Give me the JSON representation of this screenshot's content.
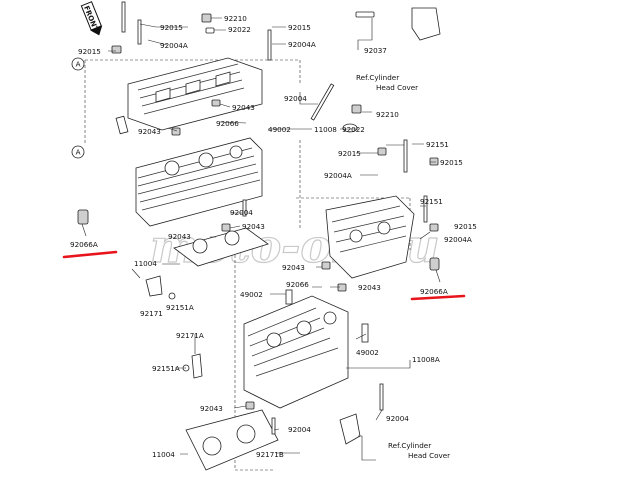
{
  "front_label": "FRONT",
  "watermark": "moto-oil.ru",
  "callouts": {
    "p92015_a": "92015",
    "p92210_a": "92210",
    "p92015_b": "92015",
    "p92022_a": "92022",
    "p92004A_a": "92004A",
    "p92004A_b": "92004A",
    "p92015_c": "92015",
    "p92037": "92037",
    "ref_head_cover_top": "Ref.Cylinder\nHead Cover",
    "p92004_a": "92004",
    "p92043_a": "92043",
    "p92043_b": "92043",
    "p92066_a": "92066",
    "p49002_a": "49002",
    "p11008": "11008",
    "p92210_b": "92210",
    "p92022_b": "92022",
    "p92015_d": "92015",
    "p92151_a": "92151",
    "p92015_e": "92015",
    "p92004A_c": "92004A",
    "p92151_b": "92151",
    "p92004_b": "92004",
    "p92043_c": "92043",
    "p92066A_left": "92066A",
    "p92015_f": "92015",
    "p92004A_d": "92004A",
    "p11004_a": "11004",
    "p92043_d": "92043",
    "p92151A_a": "92151A",
    "p92171": "92171",
    "p49002_b": "49002",
    "p92066_b": "92066",
    "p92043_e": "92043",
    "p92066A_right": "92066A",
    "p92171A": "92171A",
    "p49002_c": "49002",
    "p11008A": "11008A",
    "p92151A_b": "92151A",
    "p92043_f": "92043",
    "p92004_c": "92004",
    "p92004_d": "92004",
    "p11004_b": "11004",
    "p92171B": "92171B",
    "ref_head_cover_bottom": "Ref.Cylinder\nHead Cover",
    "marker_A1": "A",
    "marker_A2": "A"
  },
  "colors": {
    "highlight": "#e8141c",
    "line": "#222222",
    "watermark": "#c9c9c9"
  }
}
